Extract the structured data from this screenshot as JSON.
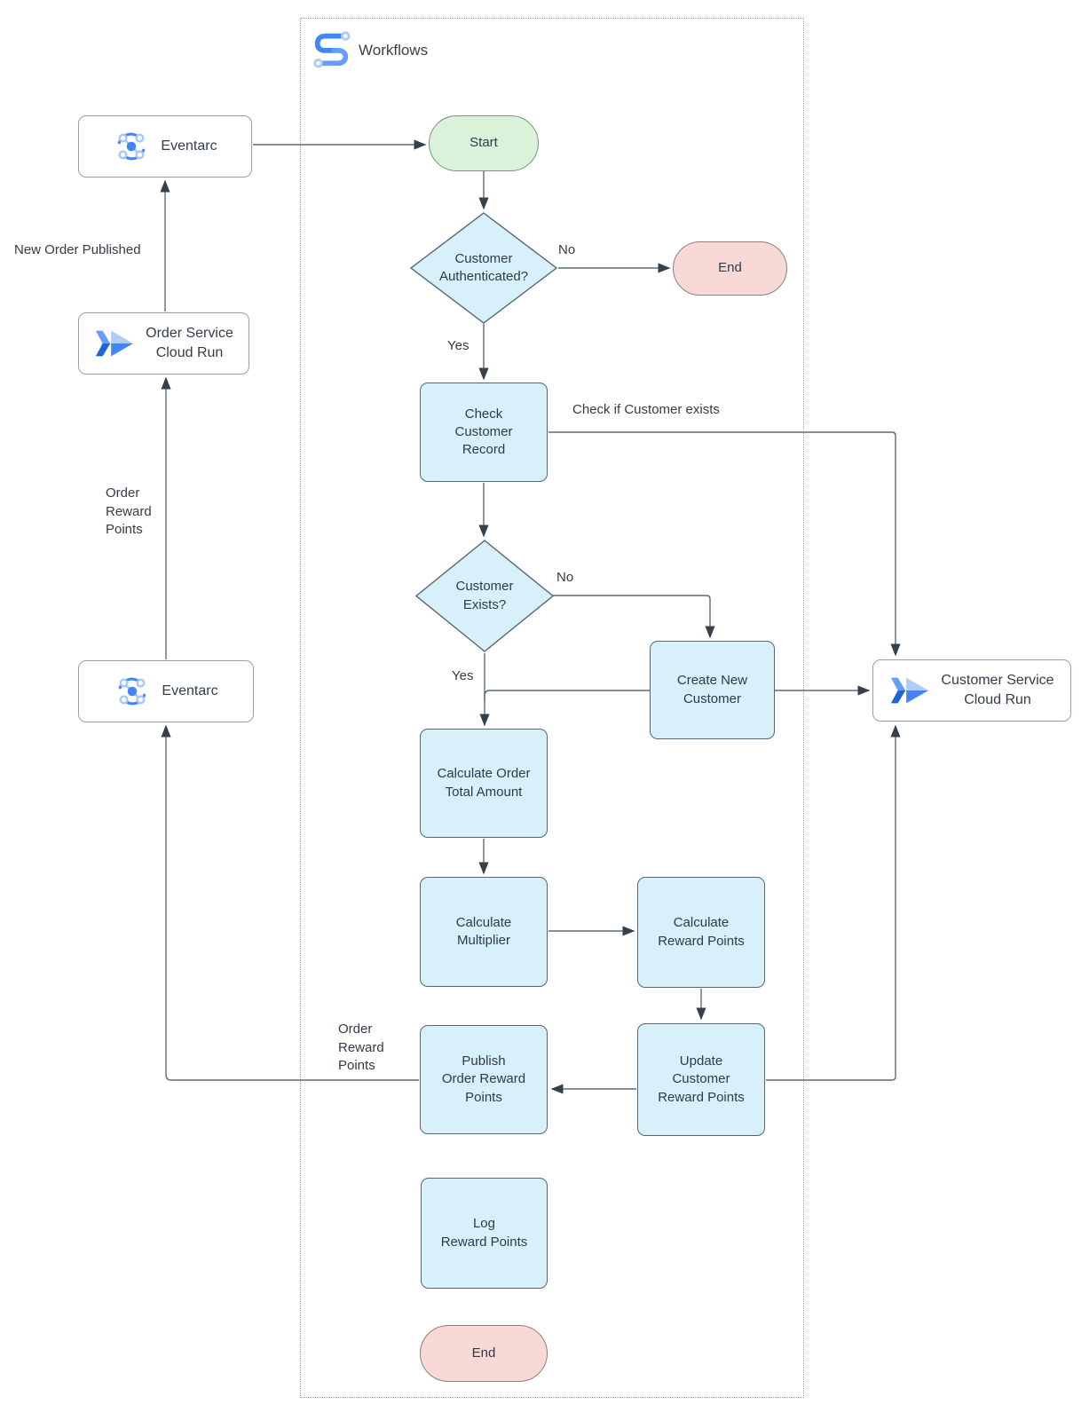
{
  "diagram": {
    "container_label": "Workflows"
  },
  "nodes": {
    "eventarc_top": {
      "label": "Eventarc",
      "type": "service",
      "icon": "eventarc-icon"
    },
    "order_service": {
      "label": "Order Service\nCloud Run",
      "type": "service",
      "icon": "cloud-run-icon"
    },
    "eventarc_lower": {
      "label": "Eventarc",
      "type": "service",
      "icon": "eventarc-icon"
    },
    "customer_service": {
      "label": "Customer Service\nCloud Run",
      "type": "service",
      "icon": "cloud-run-icon"
    },
    "start": {
      "label": "Start",
      "type": "terminal-start"
    },
    "auth_decision": {
      "label": "Customer\nAuthenticated?",
      "type": "decision"
    },
    "end_top": {
      "label": "End",
      "type": "terminal-end"
    },
    "check_record": {
      "label": "Check\nCustomer\nRecord",
      "type": "process"
    },
    "exists_decision": {
      "label": "Customer\nExists?",
      "type": "decision"
    },
    "create_customer": {
      "label": "Create New\nCustomer",
      "type": "process"
    },
    "calc_total": {
      "label": "Calculate Order\nTotal Amount",
      "type": "process"
    },
    "calc_multiplier": {
      "label": "Calculate\nMultiplier",
      "type": "process"
    },
    "calc_reward": {
      "label": "Calculate\nReward Points",
      "type": "process"
    },
    "publish_points": {
      "label": "Publish\nOrder Reward\nPoints",
      "type": "process"
    },
    "update_points": {
      "label": "Update\nCustomer\nReward Points",
      "type": "process"
    },
    "log_points": {
      "label": "Log\nReward Points",
      "type": "process"
    },
    "end_bottom": {
      "label": "End",
      "type": "terminal-end"
    }
  },
  "edge_labels": {
    "new_order_published": "New Order Published",
    "order_reward_points_left": "Order\nReward\nPoints",
    "order_reward_points_bottom": "Order\nReward\nPoints",
    "yes_authenticated": "Yes",
    "no_authenticated": "No",
    "yes_exists": "Yes",
    "no_exists": "No",
    "check_if_customer_exists": "Check if Customer exists"
  },
  "colors": {
    "process_fill": "#d7f0f9",
    "start_fill": "#d9f2d9",
    "end_fill": "#f8d9d6",
    "node_border": "#566573",
    "edge_stroke": "#5f6b76",
    "arrowhead": "#36404a",
    "container_border": "#9aa0a6",
    "icon_blue": "#4285f4",
    "icon_medium_blue": "#669df6",
    "icon_light_blue": "#aecbfa",
    "icon_dark_blue": "#1967d2"
  }
}
